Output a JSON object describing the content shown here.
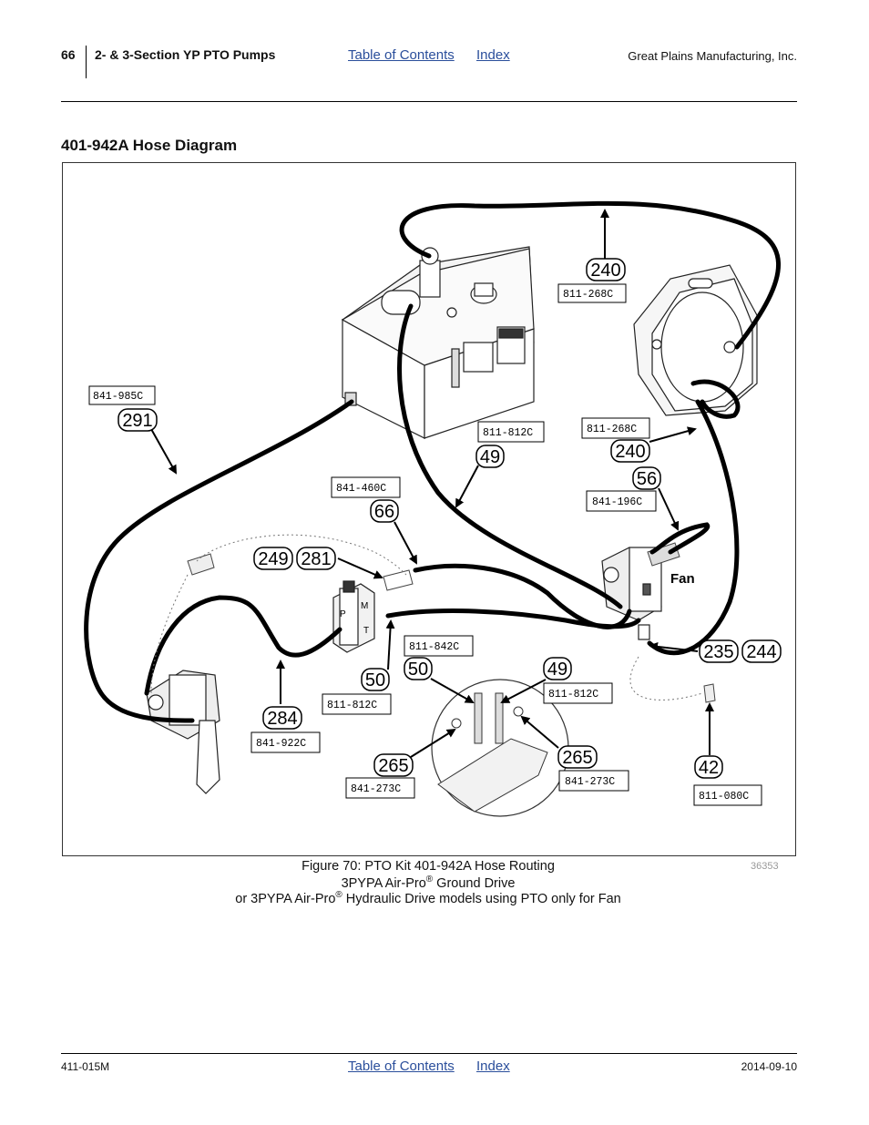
{
  "header": {
    "page_number": "66",
    "section": "2- & 3-Section YP PTO Pumps",
    "toc_link": "Table of Contents",
    "index_link": "Index",
    "company": "Great Plains Manufacturing, Inc."
  },
  "section_title": "401-942A Hose Diagram",
  "figure": {
    "id": "36353",
    "fan_label": "Fan",
    "valve_port_labels": {
      "m": "M",
      "p": "P",
      "t": "T"
    },
    "callouts": {
      "c240_top": "240",
      "c291": "291",
      "c49_upper": "49",
      "c240_lower": "240",
      "c56": "56",
      "c66": "66",
      "c249": "249",
      "c281": "281",
      "c235": "235",
      "c244": "244",
      "c50_left": "50",
      "c50_right": "50",
      "c49_lower": "49",
      "c284": "284",
      "c265_left": "265",
      "c265_right": "265",
      "c42": "42"
    },
    "part_labels": {
      "p811_268c_top": "811-268C",
      "p841_985c": "841-985C",
      "p811_812c_upper": "811-812C",
      "p811_268c_lower": "811-268C",
      "p841_460c": "841-460C",
      "p841_196c": "841-196C",
      "p811_842c": "811-842C",
      "p811_812c_left": "811-812C",
      "p811_812c_right": "811-812C",
      "p841_922c": "841-922C",
      "p841_273c_left": "841-273C",
      "p841_273c_right": "841-273C",
      "p811_080c": "811-080C"
    }
  },
  "caption": {
    "line1": "Figure 70: PTO Kit 401-942A Hose Routing",
    "line2_a": "3PYPA Air-Pro",
    "line2_sup": "®",
    "line2_b": " Ground Drive",
    "line3_a": "or 3PYPA Air-Pro",
    "line3_sup": "®",
    "line3_b": " Hydraulic Drive models using PTO only for Fan"
  },
  "footer": {
    "doc_number": "411-015M",
    "toc_link": "Table of Contents",
    "index_link": "Index",
    "date": "2014-09-10"
  }
}
